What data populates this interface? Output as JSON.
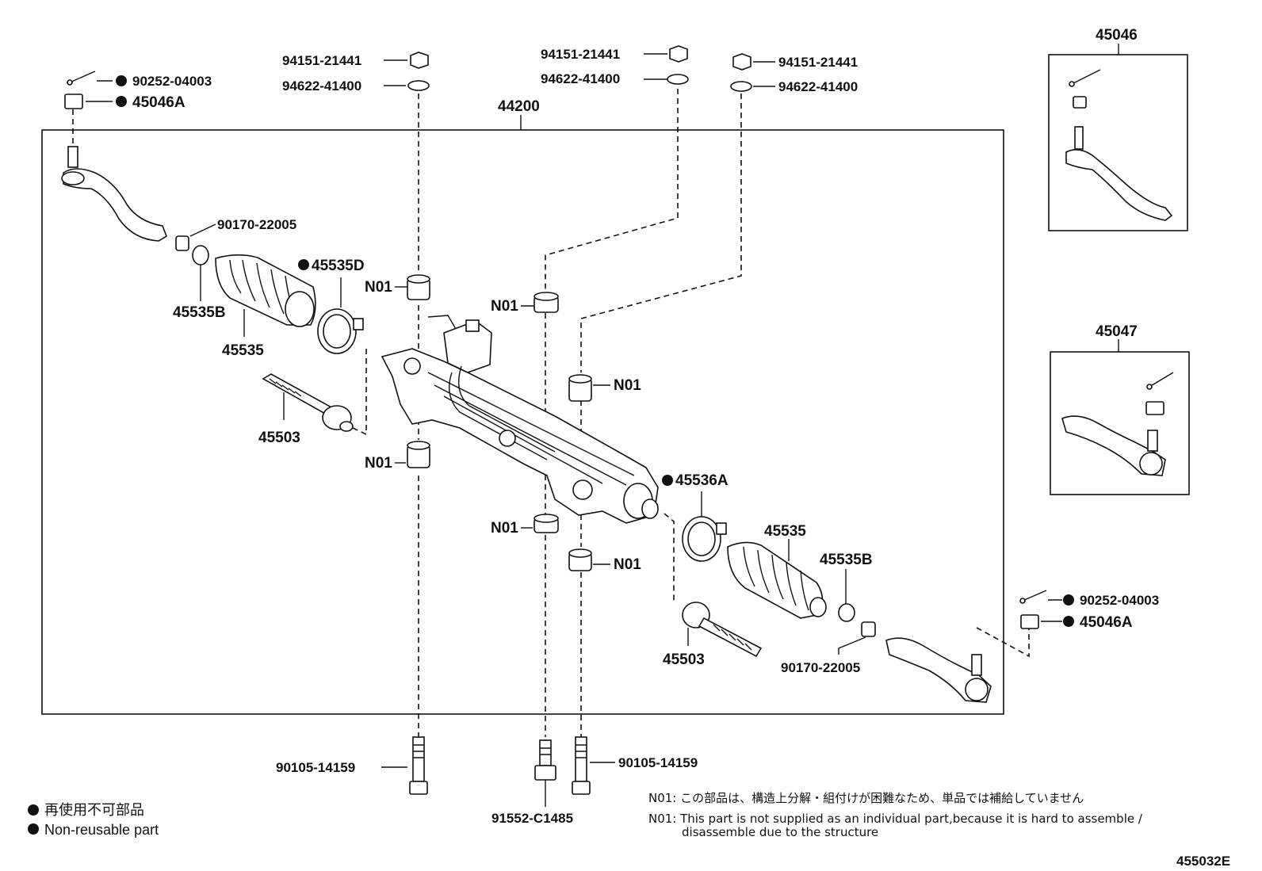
{
  "diagram": {
    "assembly_code": "44200",
    "legend": {
      "jp": "再使用不可部品",
      "en": "Non-reusable part"
    },
    "notes": {
      "jp": "N01: この部品は、構造上分解・組付けが困難なため、単品では補給していません",
      "en_1": "N01:  This part is not supplied as an individual part,because it is hard to assemble /",
      "en_2": "disassemble due to the structure"
    },
    "figure_id": "455032E",
    "insets": [
      {
        "code": "45046"
      },
      {
        "code": "45047"
      }
    ],
    "labels": {
      "nut_a": "94151-21441",
      "washer_a": "94622-41400",
      "nut_b": "94151-21441",
      "washer_b": "94622-41400",
      "nut_c": "94151-21441",
      "washer_c": "94622-41400",
      "pin_left": "90252-04003",
      "castle_left": "45046A",
      "pin_right": "90252-04003",
      "castle_right": "45046A",
      "clip_left": "90170-22005",
      "clip_right": "90170-22005",
      "clamp_big_left": "45535D",
      "clamp_big_right": "45536A",
      "clamp_small_left": "45535B",
      "clamp_small_right": "45535B",
      "boot_left": "45535",
      "boot_right": "45535",
      "rod_left": "45503",
      "rod_right": "45503",
      "bolt_left": "90105-14159",
      "bolt_right": "90105-14159",
      "bolt_center": "91552-C1485",
      "n01": "N01"
    }
  }
}
